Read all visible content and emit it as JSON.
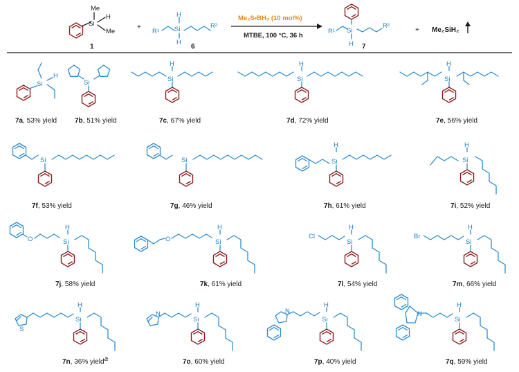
{
  "reaction": {
    "reactant1_label": "1",
    "reactant1_atoms": [
      "Me",
      "H",
      "Me",
      "Si"
    ],
    "plus": "+",
    "reactant2_label": "6",
    "reactant2_atoms": [
      "R¹",
      "Si",
      "H",
      "H",
      "R²"
    ],
    "conditions_top": "Me₂S•BH₃ (10 mol%)",
    "conditions_bottom": "MTBE, 100 °C, 36 h",
    "product_label": "7",
    "product_atoms": [
      "R¹",
      "Si",
      "H",
      "R²"
    ],
    "byproduct": "Me₂SiH₂"
  },
  "compounds": [
    {
      "id": "7a",
      "yield_text": ", 53% yield"
    },
    {
      "id": "7b",
      "yield_text": ", 51% yield"
    },
    {
      "id": "7c",
      "yield_text": ", 67% yield"
    },
    {
      "id": "7d",
      "yield_text": ", 72% yield"
    },
    {
      "id": "7e",
      "yield_text": ", 56% yield"
    },
    {
      "id": "7f",
      "yield_text": ", 53% yield"
    },
    {
      "id": "7g",
      "yield_text": ", 46% yield"
    },
    {
      "id": "7h",
      "yield_text": ", 61% yield"
    },
    {
      "id": "7i",
      "yield_text": ", 52% yield"
    },
    {
      "id": "7j",
      "yield_text": ", 58% yield"
    },
    {
      "id": "7k",
      "yield_text": ", 61% yield"
    },
    {
      "id": "7l",
      "yield_text": ", 54% yield"
    },
    {
      "id": "7m",
      "yield_text": ", 66% yield"
    },
    {
      "id": "7n",
      "yield_text": ", 36% yield",
      "note": "a"
    },
    {
      "id": "7o",
      "yield_text": ", 60% yield"
    },
    {
      "id": "7p",
      "yield_text": ", 40% yield"
    },
    {
      "id": "7q",
      "yield_text": ", 59% yield"
    }
  ],
  "atom_labels": {
    "si": "Si",
    "h": "H",
    "o": "O",
    "cl": "Cl",
    "br": "Br",
    "n": "N",
    "s": "S"
  },
  "colors": {
    "chain": "#2a8bd2",
    "phenyl": "#8c1c1c",
    "catalyst": "#e8891c",
    "text": "#1a1a1a"
  }
}
